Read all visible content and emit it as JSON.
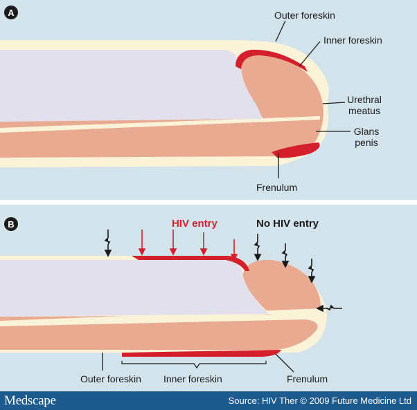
{
  "panel_a": {
    "badge": "A",
    "labels": {
      "outer_foreskin": "Outer foreskin",
      "inner_foreskin": "Inner foreskin",
      "urethral_meatus": [
        "Urethral",
        "meatus"
      ],
      "glans_penis": [
        "Glans",
        "penis"
      ],
      "frenulum": "Frenulum"
    }
  },
  "panel_b": {
    "badge": "B",
    "labels": {
      "hiv_entry": "HIV entry",
      "no_hiv_entry": "No HIV entry",
      "outer_foreskin": "Outer foreskin",
      "inner_foreskin": "Inner foreskin",
      "frenulum": "Frenulum"
    }
  },
  "footer": {
    "logo": "Medscape",
    "source": "Source: HIV Ther © 2009 Future Medicine Ltd"
  },
  "colors": {
    "background": "#d3e3ec",
    "shaft_interior": "#e3e0ee",
    "tissue": "#e9aa92",
    "skin": "#fbf3d8",
    "mucosa": "#d4202c",
    "footer": "#1d5a8e"
  }
}
